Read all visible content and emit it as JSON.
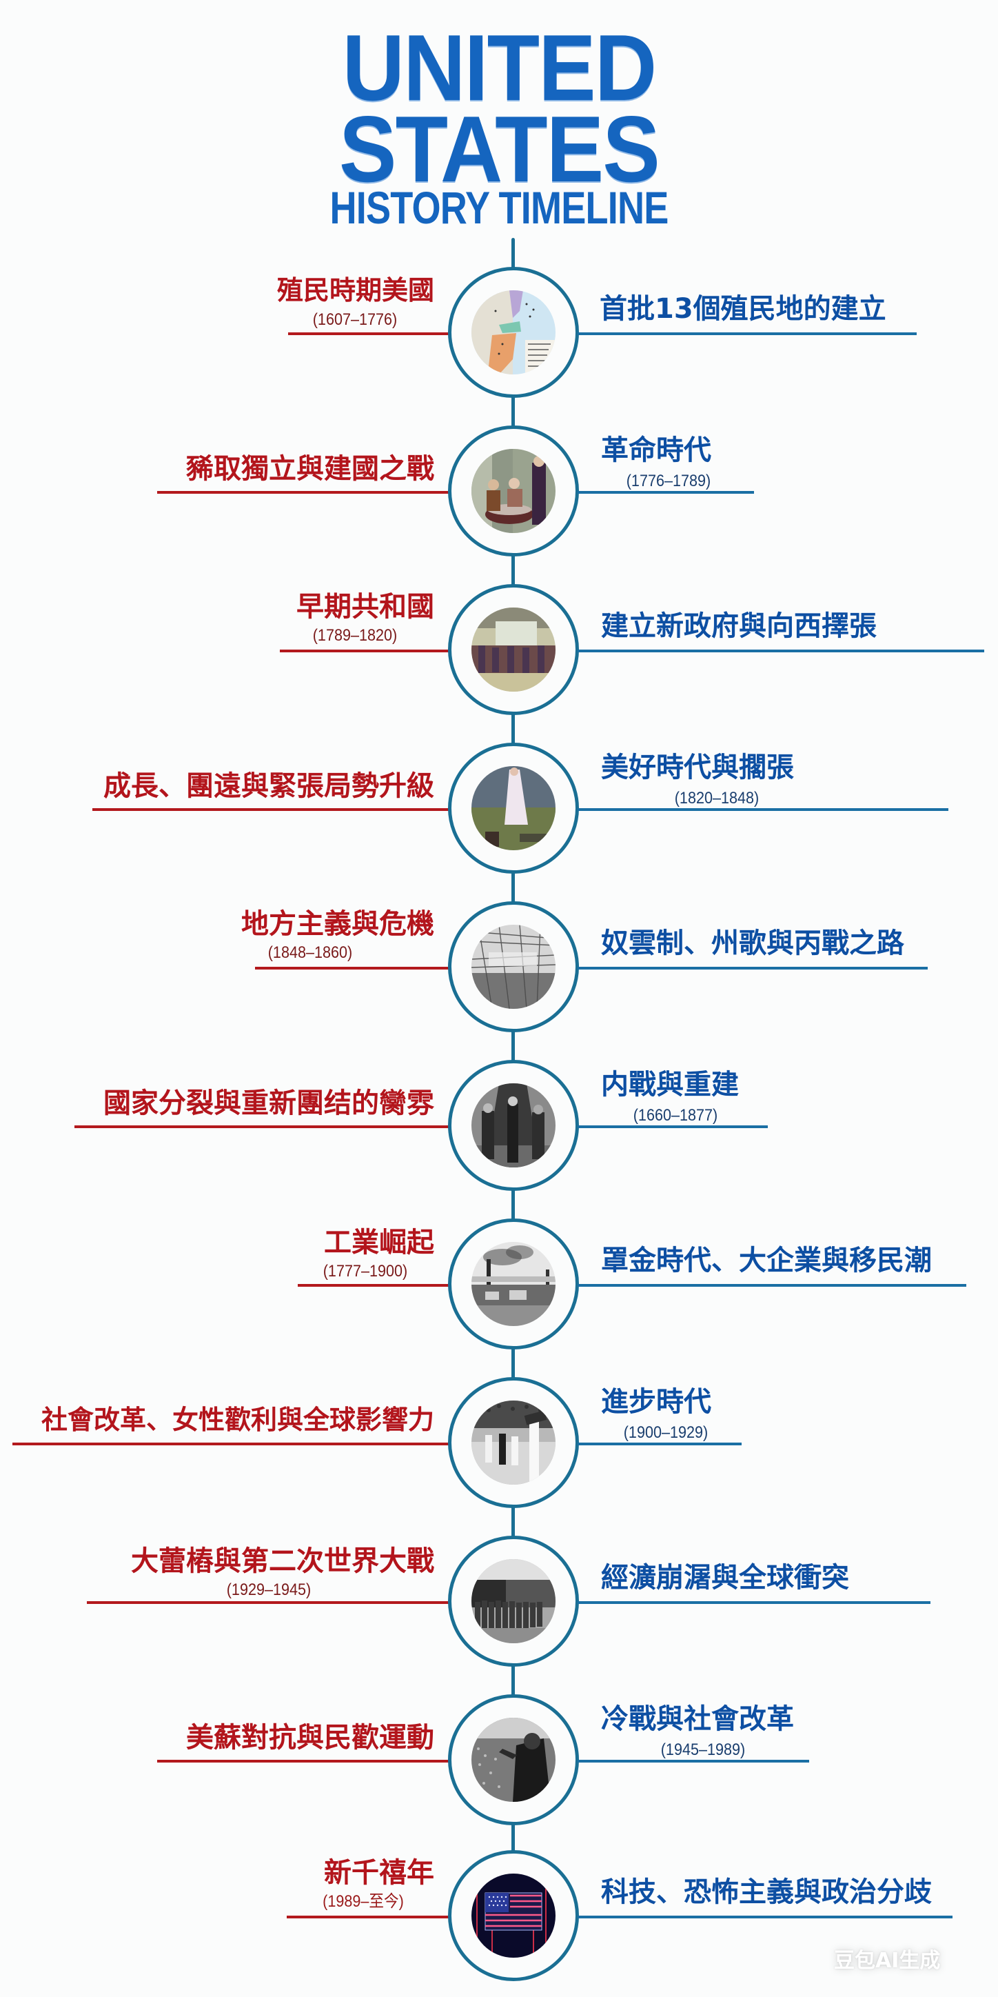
{
  "header": {
    "line1": "UNITED",
    "line2": "STATES",
    "line3": "HISTORY TIMELINE"
  },
  "colors": {
    "title_blue": "#1565bf",
    "left_red": "#b3151c",
    "right_blue": "#0d4fa3",
    "ring": "#1a6f94"
  },
  "timeline": [
    {
      "left_title": "殖民時期美國",
      "left_date": "(1607–1776)",
      "right_title": "首批13個殖民地的建立",
      "right_date": "",
      "image": "colonial-map"
    },
    {
      "left_title": "豨取獨立與建國之戰",
      "left_date": "",
      "right_title": "革命時代",
      "right_date": "(1776–1789)",
      "image": "founding-fathers-painting"
    },
    {
      "left_title": "早期共和國",
      "left_date": "(1789–1820)",
      "right_title": "建立新政府與向西擇張",
      "right_date": "",
      "image": "early-republic-assembly"
    },
    {
      "left_title": "成長、團遠與緊張局勢升級",
      "left_date": "",
      "right_title": "美好時代與擱張",
      "right_date": "(1820–1848)",
      "image": "manifest-destiny-painting"
    },
    {
      "left_title": "地方主義與危機",
      "left_date": "(1848–1860)",
      "right_title": "奴雲制、州歌與丙戰之路",
      "right_date": "",
      "image": "sectional-crisis-engraving"
    },
    {
      "left_title": "國家分裂與重新團结的臠雰",
      "left_date": "",
      "right_title": "内戰與重建",
      "right_date": "(1660–1877)",
      "image": "civil-war-photo"
    },
    {
      "left_title": "工業崛起",
      "left_date": "(1777–1900)",
      "right_title": "罩金時代、大企業與移民潮",
      "right_date": "",
      "image": "industrial-factory"
    },
    {
      "left_title": "社會改革、女性歡利與全球影響力",
      "left_date": "",
      "right_title": "進步時代",
      "right_date": "(1900–1929)",
      "image": "suffrage-march"
    },
    {
      "left_title": "大蕾樁與第二次世界大戰",
      "left_date": "(1929–1945)",
      "right_title": "經瀇崩潳與全球衝突",
      "right_date": "",
      "image": "depression-breadline"
    },
    {
      "left_title": "美蘇對抗與民歡運動",
      "left_date": "",
      "right_title": "冷戰與社會改革",
      "right_date": "(1945–1989)",
      "image": "civil-rights-speech"
    },
    {
      "left_title": "新千禧年",
      "left_date": "(1989–至今)",
      "right_title": "科技、恐怖主義與政治分歧",
      "right_date": "",
      "image": "neon-us-flag"
    }
  ],
  "watermark": "豆包AI生成"
}
